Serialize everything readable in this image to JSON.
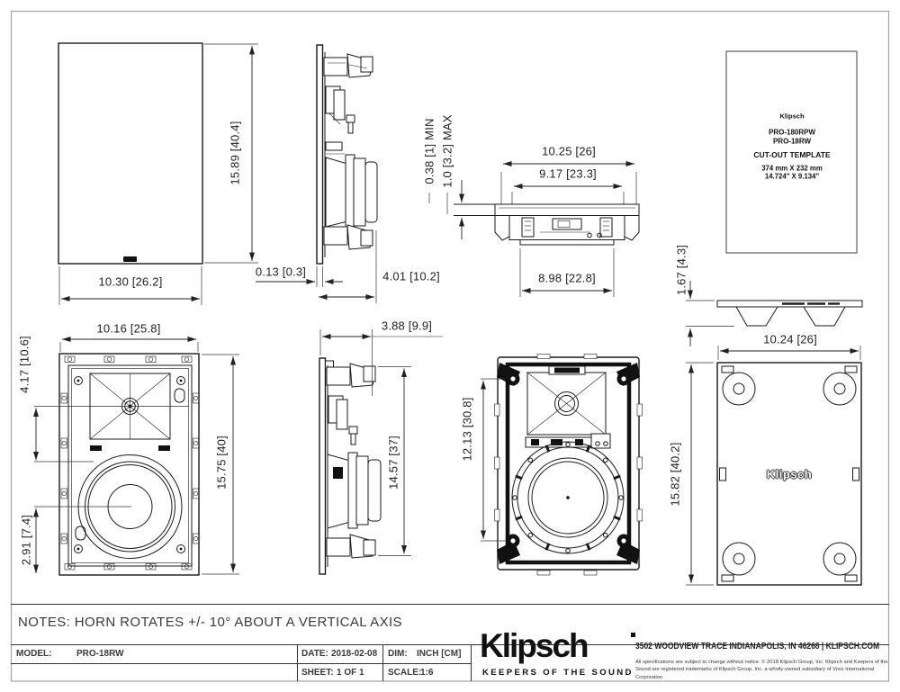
{
  "colors": {
    "ink": "#1a1a1a",
    "dim_text": "#222222",
    "page_border": "#a3a3a3",
    "title_text": "#3a3a3a"
  },
  "notes": "NOTES: HORN ROTATES +/- 10° ABOUT A VERTICAL AXIS",
  "views": {
    "grille_front": {
      "dims": {
        "height": "15.89 [40.4]",
        "width": "10.30 [26.2]"
      }
    },
    "side_top": {
      "dims": {
        "flange": "0.13 [0.3]",
        "depth": "4.01 [10.2]",
        "wall_min": "0.38 [1] MIN",
        "wall_max": "1.0 [3.2] MAX"
      }
    },
    "top": {
      "dims": {
        "overall_width": "10.25 [26]",
        "cutout_width": "9.17 [23.3]",
        "body_width": "8.98 [22.8]"
      }
    },
    "template": {
      "brand": "Klipsch",
      "model1": "PRO-180RPW",
      "model2": "PRO-18RW",
      "title": "CUT-OUT TEMPLATE",
      "size_mm": "374 mm X 232 mm",
      "size_in": "14.724\" X 9.134\""
    },
    "bracket": {
      "dims": {
        "height": "1.67 [4.3]"
      }
    },
    "frame_front": {
      "dims": {
        "width": "10.16 [25.8]",
        "horn_center": "4.17 [10.6]",
        "woofer_center": "2.91 [7.4]",
        "height": "15.75 [40]"
      }
    },
    "side_bottom": {
      "dims": {
        "depth": "3.88 [9.9]",
        "height": "14.57 [37]"
      }
    },
    "rear_mounted": {
      "dims": {
        "clamp_span": "12.13 [30.8]"
      }
    },
    "back": {
      "brand": "Klipsch",
      "dims": {
        "width": "10.24 [26]",
        "height": "15.82 [40.2]"
      }
    }
  },
  "title_block": {
    "model_label": "MODEL:",
    "model": "PRO-18RW",
    "date_label": "DATE:",
    "date": "2018-02-08",
    "dim_label": "DIM:",
    "dim": "INCH [CM]",
    "sheet_label": "SHEET:",
    "sheet": "1 OF 1",
    "scale_label": "SCALE:",
    "scale": "1:6"
  },
  "branding": {
    "logo": "Klipsch",
    "tagline": "KEEPERS OF THE SOUND",
    "address": "3502 WOODVIEW TRACE INDIANAPOLIS, IN 46268 | KLIPSCH.COM",
    "legal": "All specifications are subject to change without notice. © 2018 Klipsch Group, Inc. Klipsch and Keepers of the Sound are registered trademarks of Klipsch Group, Inc. a wholly-owned subsidiary of Voxx International Corporation."
  }
}
